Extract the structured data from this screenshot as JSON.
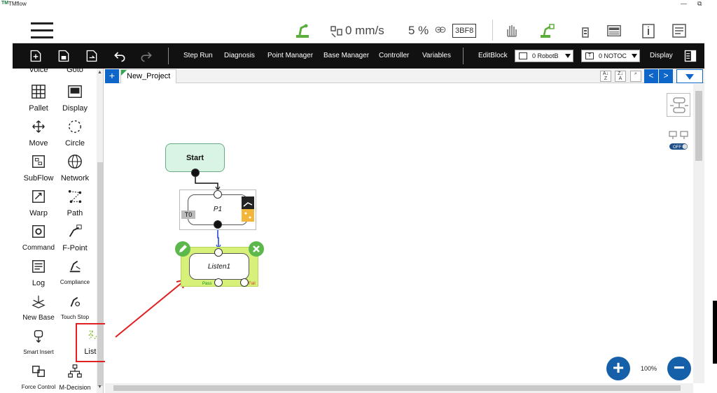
{
  "window": {
    "app_logo": "TM",
    "title": "TMflow",
    "minimize": "—",
    "restore": "⧉"
  },
  "header": {
    "speed": "0 mm/s",
    "percent": "5 %",
    "code": "3BF8"
  },
  "toolbar": {
    "items": [
      "Step Run",
      "Diagnosis",
      "Point Manager",
      "Base Manager",
      "Controller",
      "Variables",
      "EditBlock"
    ],
    "robot_select": {
      "icon": "",
      "value": "0 RobotB"
    },
    "tool_select": {
      "icon": "T",
      "value": "0 NOTOC"
    },
    "display": "Display"
  },
  "palette": {
    "items": [
      {
        "label": "Voice"
      },
      {
        "label": "Goto"
      },
      {
        "label": "Pallet"
      },
      {
        "label": "Display"
      },
      {
        "label": "Move"
      },
      {
        "label": "Circle"
      },
      {
        "label": "SubFlow"
      },
      {
        "label": "Network"
      },
      {
        "label": "Warp"
      },
      {
        "label": "Path"
      },
      {
        "label": "Command"
      },
      {
        "label": "F-Point"
      },
      {
        "label": "Log"
      },
      {
        "label": "Compliance"
      },
      {
        "label": "New Base"
      },
      {
        "label": "Touch Stop"
      },
      {
        "label": "Smart Insert"
      },
      {
        "label": "Listen"
      },
      {
        "label": "Force Control"
      },
      {
        "label": "M-Decision"
      }
    ]
  },
  "tabs": {
    "add": "+",
    "project": "New_Project",
    "prev": "<",
    "next": ">"
  },
  "flow": {
    "start": "Start",
    "p1": "P1",
    "p1_badge": "T0",
    "listen": "Listen1",
    "pass": "Pass",
    "fail": "Fail"
  },
  "zoom": {
    "level": "100%",
    "plus": "+",
    "minus": "−"
  },
  "colors": {
    "toolbar_bg": "#111111",
    "accent_blue": "#0e66c8",
    "listen_highlight": "#d6f07a",
    "annotation_red": "#e02020"
  }
}
